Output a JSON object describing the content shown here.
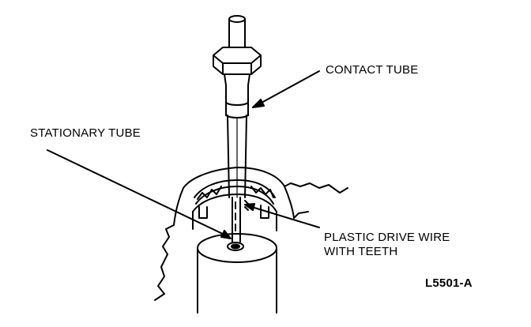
{
  "labels": {
    "contact_tube": "CONTACT TUBE",
    "stationary_tube": "STATIONARY TUBE",
    "plastic_drive_wire_line1": "PLASTIC DRIVE WIRE",
    "plastic_drive_wire_line2": "WITH TEETH"
  },
  "figure_id": "L5501-A"
}
